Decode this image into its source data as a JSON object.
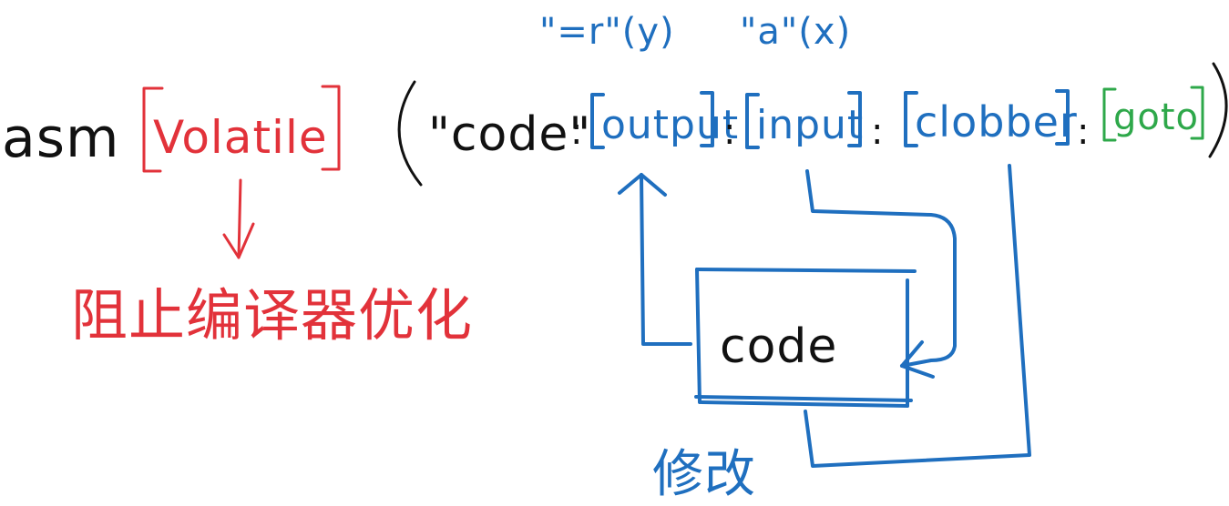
{
  "colors": {
    "black": "#111111",
    "red": "#e2323a",
    "blue": "#1f6fbf",
    "green": "#2ea84a"
  },
  "constraints": {
    "output_constraint": "\"=r\"(y)",
    "input_constraint": "\"a\"(x)"
  },
  "syntax": {
    "keyword": "asm",
    "volatile": "Volatile",
    "code": "\"code\"",
    "separator": ":",
    "output": "output",
    "input": "input",
    "clobber": "clobber",
    "goto": "goto"
  },
  "notes": {
    "volatile_note": "阻止编译器优化",
    "modify_note": "修改"
  },
  "box": {
    "label": "code"
  }
}
